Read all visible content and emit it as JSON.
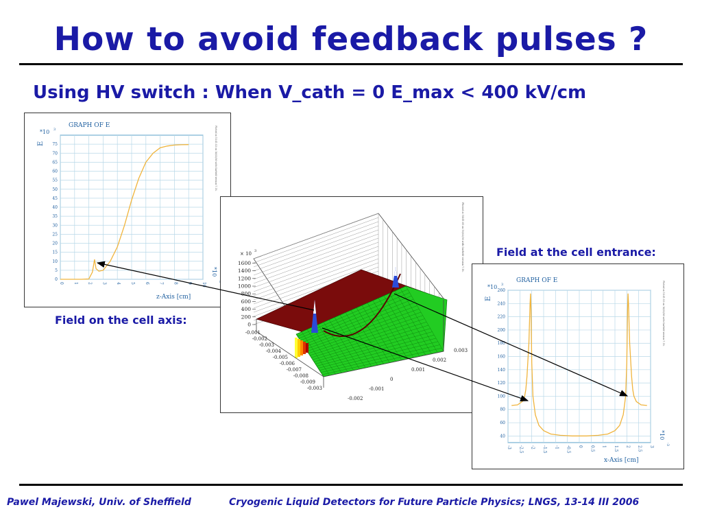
{
  "slide": {
    "title": "How to avoid feedback pulses ?",
    "subtitle": "Using HV switch : When V_cath = 0 E_max < 400 kV/cm"
  },
  "left_plot": {
    "caption": "Field on the cell axis:",
    "heading": "GRAPH OF E",
    "ylabel": "E",
    "yscale": "*10",
    "yscale_exp": "3",
    "xlabel": "z-Axis [cm]",
    "xscale": "*10",
    "xscale_exp": "-3",
    "side_note": "Plotted at 14:41:53 on 16/03/06 with Garfield version 7.18."
  },
  "right_plot": {
    "caption": "Field at the cell entrance:",
    "heading": "GRAPH OF E",
    "ylabel": "E",
    "yscale": "*10",
    "yscale_exp": "3",
    "xlabel": "x-Axis [cm]",
    "xscale": "*10",
    "xscale_exp": "-3",
    "side_note": "Plotted at 14:41:53 on 16/03/06 with Garfield version 7.18."
  },
  "center_plot": {
    "zscale": "× 10",
    "zscale_exp": "3",
    "side_note": "Plotted at 14:41:05 on 16/03/06 with Garfield version 7.18."
  },
  "footer": {
    "author": "Pawel Majewski, Univ. of Sheffield",
    "event": "Cryogenic Liquid Detectors for Future Particle Physics; LNGS, 13-14 III 2006"
  },
  "chart_data": [
    {
      "type": "line",
      "title": "GRAPH OF E",
      "xlabel": "z-Axis [cm]",
      "ylabel": "E",
      "xlim": [
        0,
        10
      ],
      "ylim": [
        0,
        80
      ],
      "x_ticks": [
        0,
        1,
        2,
        3,
        4,
        5,
        6,
        7,
        8,
        9,
        10
      ],
      "y_ticks": [
        0,
        5,
        10,
        15,
        20,
        25,
        30,
        35,
        40,
        45,
        50,
        55,
        60,
        65,
        70,
        75
      ],
      "grid": true,
      "series": [
        {
          "x": [
            0,
            0.5,
            1,
            1.5,
            2,
            2.25,
            2.4,
            2.5,
            2.7,
            3,
            3.5,
            4,
            4.5,
            5,
            5.5,
            6,
            6.5,
            7,
            7.5,
            8,
            8.5,
            9
          ],
          "y": [
            0,
            0,
            0,
            0,
            0.2,
            4,
            11,
            6,
            4.5,
            5,
            10,
            18,
            30,
            44,
            56,
            65,
            70,
            73,
            74,
            74.5,
            74.7,
            74.8
          ],
          "color": "#f0b43c"
        }
      ]
    },
    {
      "type": "line",
      "title": "GRAPH OF E",
      "xlabel": "x-Axis [cm]",
      "ylabel": "E",
      "xlim": [
        -3,
        3
      ],
      "ylim": [
        30,
        260
      ],
      "x_ticks": [
        -3,
        -2.5,
        -2,
        -1.5,
        -1,
        -0.5,
        0,
        0.5,
        1,
        1.5,
        2,
        2.5,
        3
      ],
      "x_tick_labels": [
        "-3",
        "-2.5",
        "-2",
        "-1.5",
        "-1",
        "-0.5",
        "0",
        "0.5",
        "1",
        "1.5",
        "2",
        "2.5",
        "3"
      ],
      "y_ticks": [
        40,
        60,
        80,
        100,
        120,
        140,
        160,
        180,
        200,
        220,
        240,
        260
      ],
      "grid": true,
      "series": [
        {
          "x": [
            -2.85,
            -2.6,
            -2.4,
            -2.3,
            -2.25,
            -2.2,
            -2.12,
            -2.07,
            -2.05,
            -2.03,
            -2.0,
            -1.95,
            -1.85,
            -1.7,
            -1.5,
            -1.2,
            -0.8,
            -0.3,
            0,
            0.3,
            0.8,
            1.2,
            1.5,
            1.7,
            1.85,
            1.95,
            2.0,
            2.03,
            2.05,
            2.07,
            2.12,
            2.2,
            2.25,
            2.3,
            2.4,
            2.6,
            2.85
          ],
          "y": [
            86,
            87,
            92,
            100,
            110,
            130,
            180,
            240,
            255,
            230,
            150,
            100,
            72,
            56,
            48,
            43,
            41,
            40,
            40,
            40,
            41,
            43,
            48,
            56,
            72,
            100,
            150,
            230,
            255,
            240,
            180,
            130,
            110,
            100,
            92,
            87,
            86
          ],
          "color": "#f0b43c"
        }
      ]
    },
    {
      "type": "surface",
      "zlim": [
        0,
        1600
      ],
      "z_ticks": [
        0,
        200,
        400,
        600,
        800,
        1000,
        1200,
        1400,
        1600
      ],
      "left_axis_ticks": [
        "-0.001",
        "-0.002",
        "-0.003",
        "-0.004",
        "-0.005",
        "-0.006",
        "-0.007",
        "-0.008",
        "-0.009",
        "-0.003"
      ],
      "bottom_axis_ticks": [
        "-0.002",
        "-0.001",
        "0",
        "0.001",
        "0.002",
        "0.003"
      ],
      "grid": true
    }
  ]
}
